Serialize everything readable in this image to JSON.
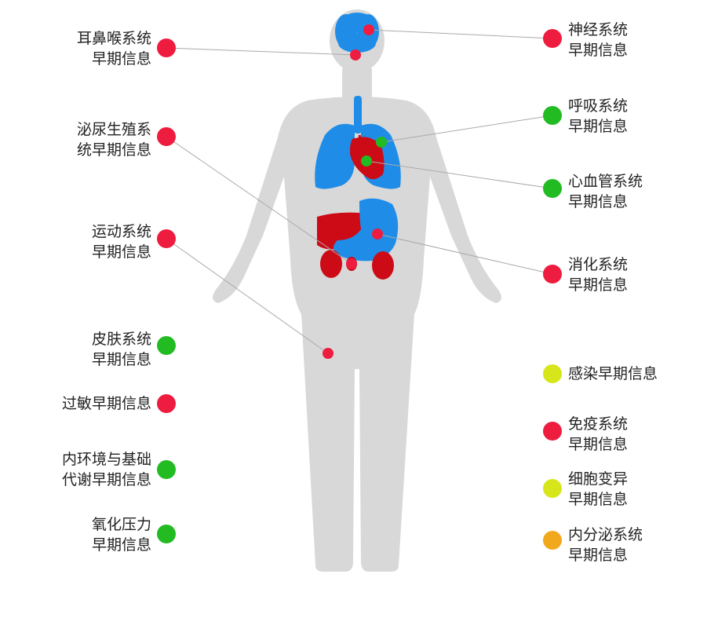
{
  "colors": {
    "red": "#ee1c3f",
    "green": "#22bb22",
    "yellow": "#d6e61a",
    "orange": "#f2a81c",
    "body": "#d8d8d8",
    "organ_blue": "#1f8de8",
    "organ_red": "#cc0b16"
  },
  "left_items": [
    {
      "label": "耳鼻喉系统\n早期信息",
      "status": "red"
    },
    {
      "label": "泌尿生殖系\n统早期信息",
      "status": "red"
    },
    {
      "label": "运动系统\n早期信息",
      "status": "red"
    },
    {
      "label": "皮肤系统\n早期信息",
      "status": "green"
    },
    {
      "label": "过敏早期信息",
      "status": "red"
    },
    {
      "label": "内环境与基础\n代谢早期信息",
      "status": "green"
    },
    {
      "label": "氧化压力\n早期信息",
      "status": "green"
    }
  ],
  "right_items": [
    {
      "label": "神经系统\n早期信息",
      "status": "red"
    },
    {
      "label": "呼吸系统\n早期信息",
      "status": "green"
    },
    {
      "label": "心血管系统\n早期信息",
      "status": "green"
    },
    {
      "label": "消化系统\n早期信息",
      "status": "red"
    },
    {
      "label": "感染早期信息",
      "status": "yellow"
    },
    {
      "label": "免疫系统\n早期信息",
      "status": "red"
    },
    {
      "label": "细胞变异\n早期信息",
      "status": "yellow"
    },
    {
      "label": "内分泌系统\n早期信息",
      "status": "orange"
    }
  ]
}
